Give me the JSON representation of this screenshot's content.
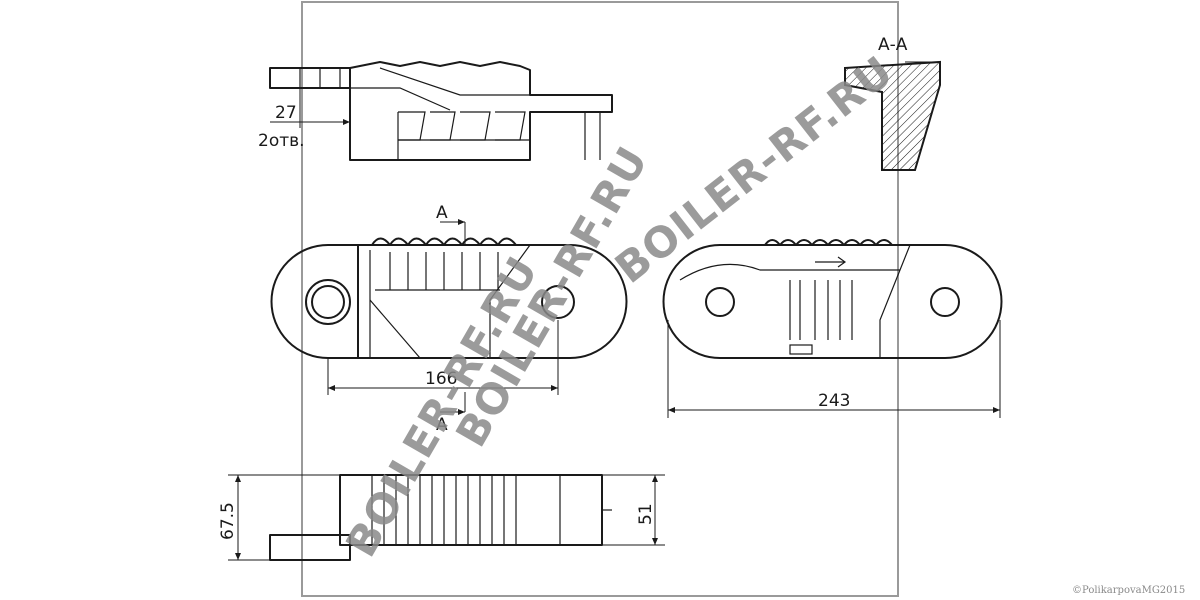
{
  "dimensions": {
    "d27": "27",
    "holes": "2отв.",
    "d166": "166",
    "d243": "243",
    "d67_5": "67.5",
    "d51": "51"
  },
  "section": {
    "title": "А-А",
    "mark_top": "А",
    "mark_bottom": "А"
  },
  "watermark": {
    "text1": "BOILER-RF.RU",
    "text2": "BOILER-RF.RU",
    "text3": "BOILER-RF.RU"
  },
  "copyright": "©PolikarpovaMG2015",
  "colors": {
    "line": "#1a1a1a",
    "watermark": "#8a8a8a",
    "frame": "#9a9a9a"
  }
}
